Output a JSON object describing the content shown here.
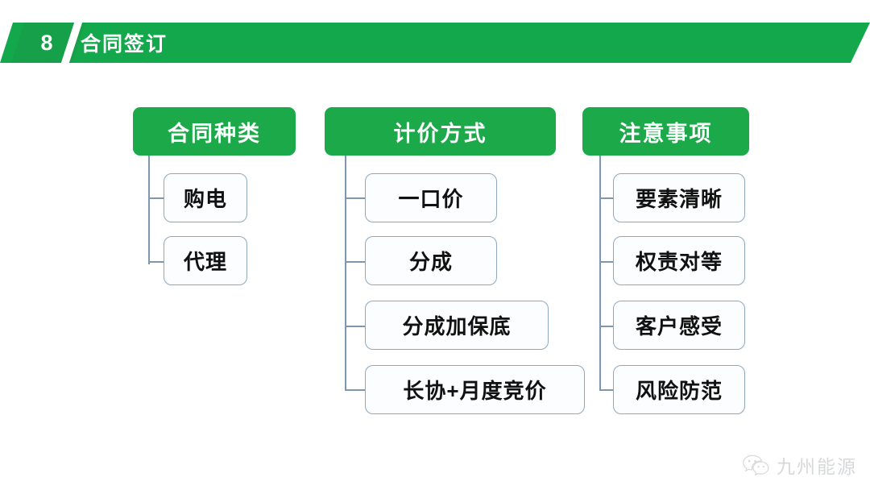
{
  "header": {
    "number": "8",
    "title": "合同签订",
    "band_color": "#13A84C",
    "badge_color": "#17A04A",
    "text_color": "#FFFFFF"
  },
  "theme": {
    "green": "#1CA94A",
    "leaf_border": "#8FA8BE",
    "leaf_fill": "#FCFDFE",
    "connector": "#7E97AE",
    "leaf_text": "#111111"
  },
  "diagram": {
    "type": "tree",
    "columns": [
      {
        "title": "合同种类",
        "items": [
          "购电",
          "代理"
        ]
      },
      {
        "title": "计价方式",
        "items": [
          "一口价",
          "分成",
          "分成加保底",
          "长协+月度竞价"
        ]
      },
      {
        "title": "注意事项",
        "items": [
          "要素清晰",
          "权责对等",
          "客户感受",
          "风险防范"
        ]
      }
    ]
  },
  "watermark": {
    "icon": "wechat-icon",
    "text": "九州能源"
  }
}
